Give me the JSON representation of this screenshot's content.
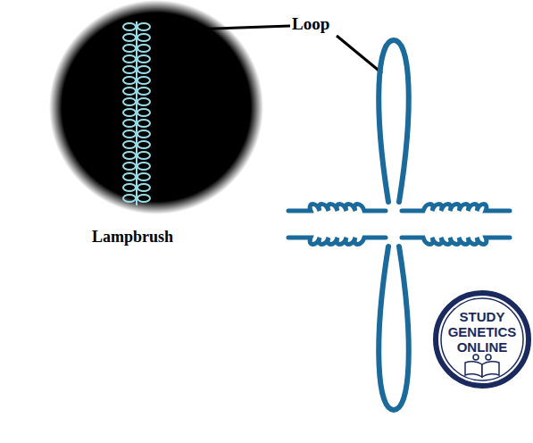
{
  "diagram": {
    "nodes": [
      {
        "text": [
          "STUDY GENETICS ONLINE"
        ]
      }
    ],
    "labels": [
      "Loop",
      "Lampbrush"
    ]
  }
}
